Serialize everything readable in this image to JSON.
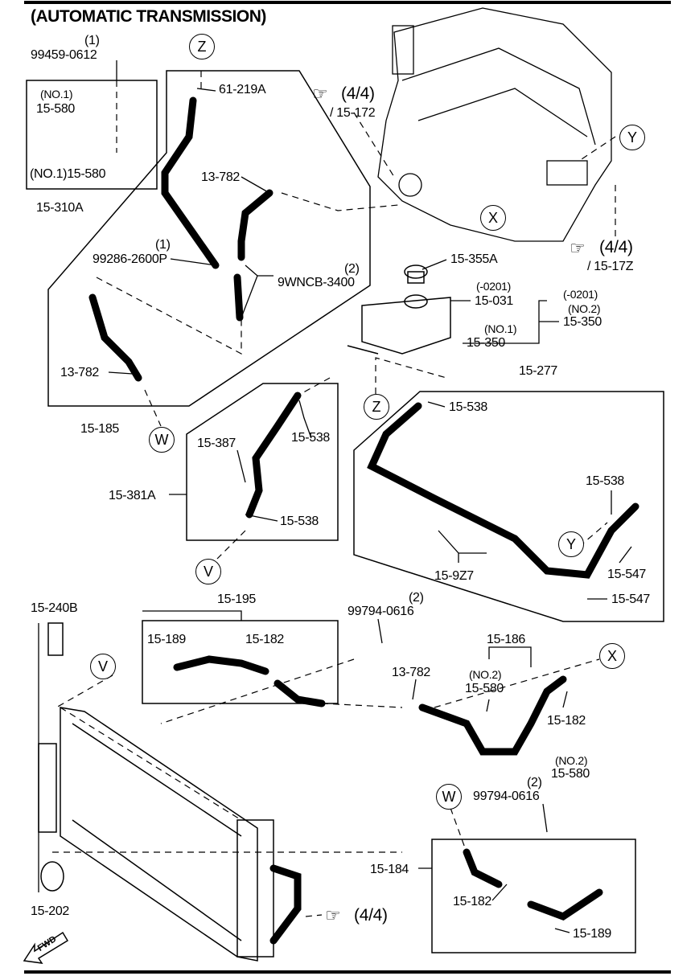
{
  "title": "(AUTOMATIC TRANSMISSION)",
  "refs": {
    "z": "Z",
    "y": "Y",
    "x": "X",
    "w": "W",
    "v": "V"
  },
  "pointer_icon": "hand-pointer-icon",
  "labels": {
    "qty_1a": "(1)",
    "p99459": "99459-0612",
    "p61219a": "61-219A",
    "no1a": "(NO.1)",
    "p15580a": "15-580",
    "p15580b": "(NO.1)15-580",
    "p15310a": "15-310A",
    "see44a": "(4/4)",
    "p15172": "/ 15-172",
    "p13782a": "13-782",
    "see44b": "(4/4)",
    "p1517z": "/ 15-17Z",
    "qty_1b": "(1)",
    "p99286": "99286-2600P",
    "qty_2a": "(2)",
    "p9wncb": "9WNCB-3400",
    "p15355a": "15-355A",
    "m0201a": "(-0201)",
    "p15031": "15-031",
    "m0201b": "(-0201)",
    "no2a": "(NO.2)",
    "p15350a": "15-350",
    "no1b": "(NO.1)",
    "p15350b": "15-350",
    "p13782b": "13-782",
    "p15277": "15-277",
    "p15538a": "15-538",
    "p15185": "15-185",
    "p15538b": "15-538",
    "p15387": "15-387",
    "p15381a": "15-381A",
    "p15538c": "15-538",
    "p15538d": "15-538",
    "p159z7": "15-9Z7",
    "p15547a": "15-547",
    "p15547b": "15-547",
    "p15240b": "15-240B",
    "p15195": "15-195",
    "qty_2b": "(2)",
    "p99794a": "99794-0616",
    "p15189a": "15-189",
    "p15182a": "15-182",
    "p15186": "15-186",
    "p13782c": "13-782",
    "no2b": "(NO.2)",
    "p15580c": "15-580",
    "p15182b": "15-182",
    "no2c": "(NO.2)",
    "p15580d": "15-580",
    "qty_2c": "(2)",
    "p99794b": "99794-0616",
    "p15184": "15-184",
    "p15182c": "15-182",
    "p15189b": "15-189",
    "p15202": "15-202",
    "see44c": "(4/4)",
    "fwd": "FWD"
  }
}
